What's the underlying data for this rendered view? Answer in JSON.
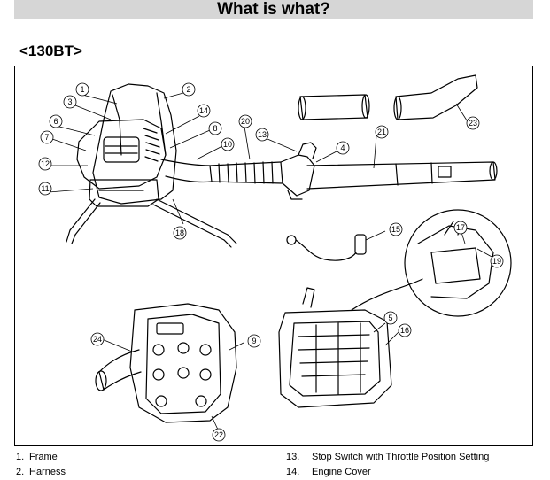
{
  "title": "What is what?",
  "model": "<130BT>",
  "callouts": [
    "1",
    "2",
    "3",
    "4",
    "5",
    "6",
    "7",
    "8",
    "9",
    "10",
    "11",
    "12",
    "13",
    "14",
    "15",
    "16",
    "17",
    "18",
    "19",
    "20",
    "21",
    "22",
    "23",
    "24"
  ],
  "legend_left": [
    {
      "num": "1.",
      "label": "Frame"
    },
    {
      "num": "2.",
      "label": "Harness"
    }
  ],
  "legend_right": [
    {
      "num": "13.",
      "label": "Stop Switch with Throttle Position Setting"
    },
    {
      "num": "14.",
      "label": "Engine Cover"
    }
  ]
}
